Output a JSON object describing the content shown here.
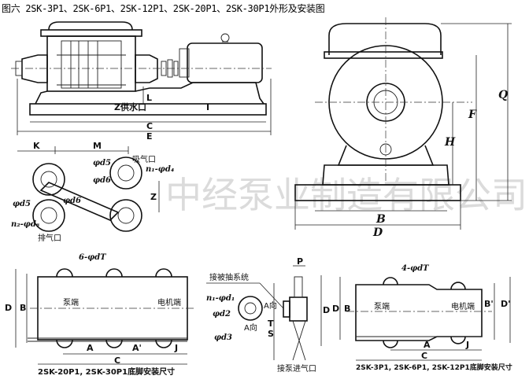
{
  "title": "图六 2SK-3P1、2SK-6P1、2SK-12P1、2SK-20P1、2SK-30P1外形及安装图",
  "watermark": "中经泵业制造有限公司",
  "side_view": {
    "water_inlet": "Z供水口",
    "dims": {
      "C": "C",
      "E": "E",
      "I": "I",
      "L": "L",
      "K": "K",
      "M": "M"
    }
  },
  "flange_view": {
    "suction": "吸气口",
    "exhaust": "排气口",
    "labels": {
      "d5a": "φd5",
      "n1d4": "n₁-φd₄",
      "d6a": "φd6",
      "Z": "Z",
      "d5b": "φd5",
      "d6b": "φd6",
      "n2d6": "n₂-φd₆"
    }
  },
  "front_view": {
    "dims": {
      "B": "B",
      "D": "D",
      "H": "H",
      "F": "F",
      "Q": "Q"
    }
  },
  "base_large": {
    "holes": "6-φdT",
    "pump_end": "泵端",
    "motor_end": "电机端",
    "dims": {
      "D": "D",
      "B": "B",
      "A": "A",
      "A2": "A'",
      "J": "J",
      "C": "C"
    },
    "caption": "2SK-20P1, 2SK-30P1底脚安装尺寸"
  },
  "detail_view": {
    "system_label": "接被抽系统",
    "n1d1": "n₁-φd₁",
    "d2": "φd2",
    "d3": "φd3",
    "a_side": "A向",
    "a_side2": "A向",
    "P": "P",
    "D": "D",
    "T": "T",
    "S": "S",
    "inlet": "接泵进气口"
  },
  "base_small": {
    "holes": "4-φdT",
    "pump_end": "泵端",
    "motor_end": "电机端",
    "dims": {
      "D": "D",
      "B": "B",
      "B2": "B'",
      "D2": "D'",
      "A": "A",
      "J": "J",
      "C": "C"
    },
    "caption": "2SK-3P1, 2SK-6P1, 2SK-12P1底脚安装尺寸"
  }
}
